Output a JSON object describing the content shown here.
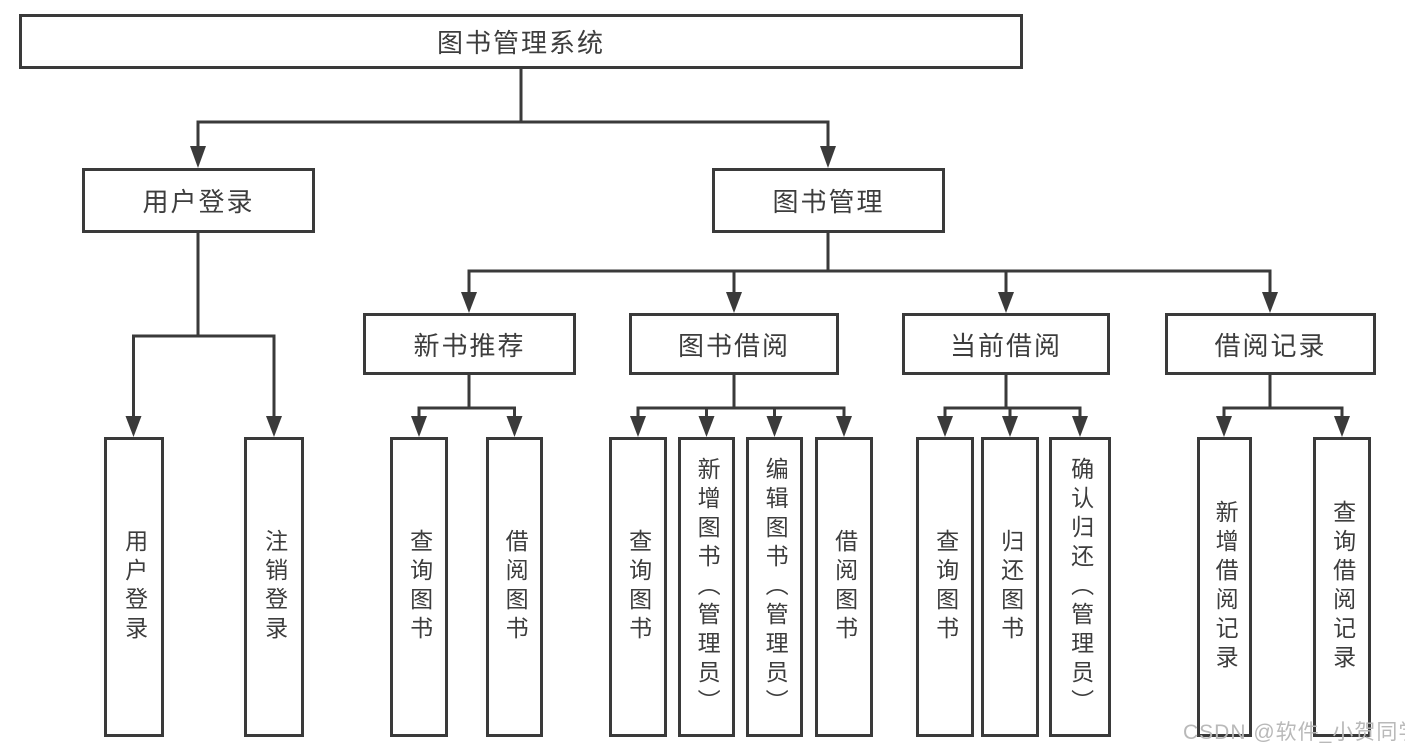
{
  "diagram": {
    "root": {
      "label": "图书管理系统"
    },
    "user_login": {
      "label": "用户登录",
      "leaves": [
        {
          "label": "用户登录"
        },
        {
          "label": "注销登录"
        }
      ]
    },
    "book_mgmt": {
      "label": "图书管理",
      "children": {
        "new_book_rec": {
          "label": "新书推荐",
          "leaves": [
            {
              "label": "查询图书"
            },
            {
              "label": "借阅图书"
            }
          ]
        },
        "book_borrow": {
          "label": "图书借阅",
          "leaves": [
            {
              "label": "查询图书"
            },
            {
              "label": "新增图书（管理员）"
            },
            {
              "label": "编辑图书（管理员）"
            },
            {
              "label": "借阅图书"
            }
          ]
        },
        "current_borrow": {
          "label": "当前借阅",
          "leaves": [
            {
              "label": "查询图书"
            },
            {
              "label": "归还图书"
            },
            {
              "label": "确认归还（管理员）"
            }
          ]
        },
        "borrow_records": {
          "label": "借阅记录",
          "leaves": [
            {
              "label": "新增借阅记录"
            },
            {
              "label": "查询借阅记录"
            }
          ]
        }
      }
    }
  },
  "colors": {
    "line": "#3a3a3a",
    "text": "#3d3d3d",
    "watermark": "#b9b9b9"
  },
  "watermark": {
    "text": "CSDN @软件_小贺同学"
  }
}
